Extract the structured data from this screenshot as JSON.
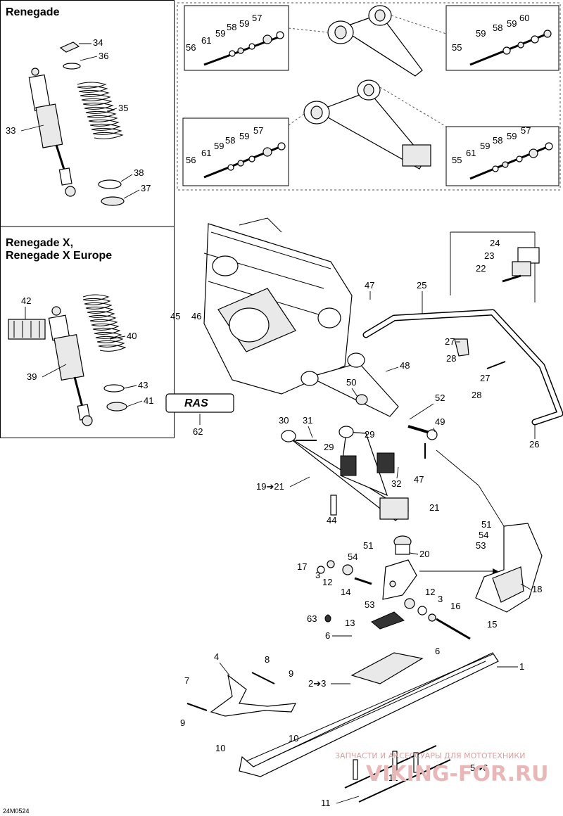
{
  "panels": {
    "renegade_title": "Renegade",
    "renegade_x_title_line1": "Renegade X,",
    "renegade_x_title_line2": "Renegade X Europe"
  },
  "logo_text": "RAS",
  "drawing_code": "24M0524",
  "watermark": {
    "line1": "ЗАПЧАСТИ И АКСЕССУАРЫ ДЛЯ МОТОТЕХНИКИ",
    "line2": "VIKING-FOR.RU"
  },
  "callouts": {
    "c34": "34",
    "c36": "36",
    "c33": "33",
    "c35": "35",
    "c38": "38",
    "c37": "37",
    "c42": "42",
    "c40": "40",
    "c39": "39",
    "c43": "43",
    "c41": "41",
    "c62": "62",
    "u56": "56",
    "u61": "61",
    "u59a": "59",
    "u58": "58",
    "u59b": "59",
    "u57": "57",
    "r55": "55",
    "r59a": "59",
    "r58": "58",
    "r59b": "59",
    "r60": "60",
    "l56": "56",
    "l61": "61",
    "l59a": "59",
    "l58": "58",
    "l59b": "59",
    "l57": "57",
    "lr55": "55",
    "lr61": "61",
    "lr59a": "59",
    "lr58": "58",
    "lr59b": "59",
    "lr57": "57",
    "c24": "24",
    "c23": "23",
    "c22": "22",
    "c47a": "47",
    "c25": "25",
    "c45": "45",
    "c46": "46",
    "c27a": "27",
    "c28a": "28",
    "c27b": "27",
    "c28b": "28",
    "c48": "48",
    "c50": "50",
    "c52": "52",
    "c26": "26",
    "c30": "30",
    "c31": "31",
    "c29a": "29",
    "c29b": "29",
    "c49": "49",
    "c19": "19➔21",
    "c32": "32",
    "c47b": "47",
    "c21": "21",
    "c44": "44",
    "c51a": "51",
    "c54a": "54",
    "c53a": "53",
    "c20": "20",
    "c18": "18",
    "c17": "17",
    "c51b": "51",
    "c54b": "54",
    "c3a": "3",
    "c12a": "12",
    "c14": "14",
    "c53b": "53",
    "c12b": "12",
    "c3b": "3",
    "c16": "16",
    "c63": "63",
    "c15": "15",
    "c13": "13",
    "c6a": "6",
    "c4": "4",
    "c8": "8",
    "c6b": "6",
    "c1": "1",
    "c9a": "9",
    "c7": "7",
    "c23b": "2➔3",
    "c9b": "9",
    "c10a": "10",
    "c10b": "10",
    "c11a": "11",
    "c56b": "5➔6",
    "c11b": "11"
  }
}
